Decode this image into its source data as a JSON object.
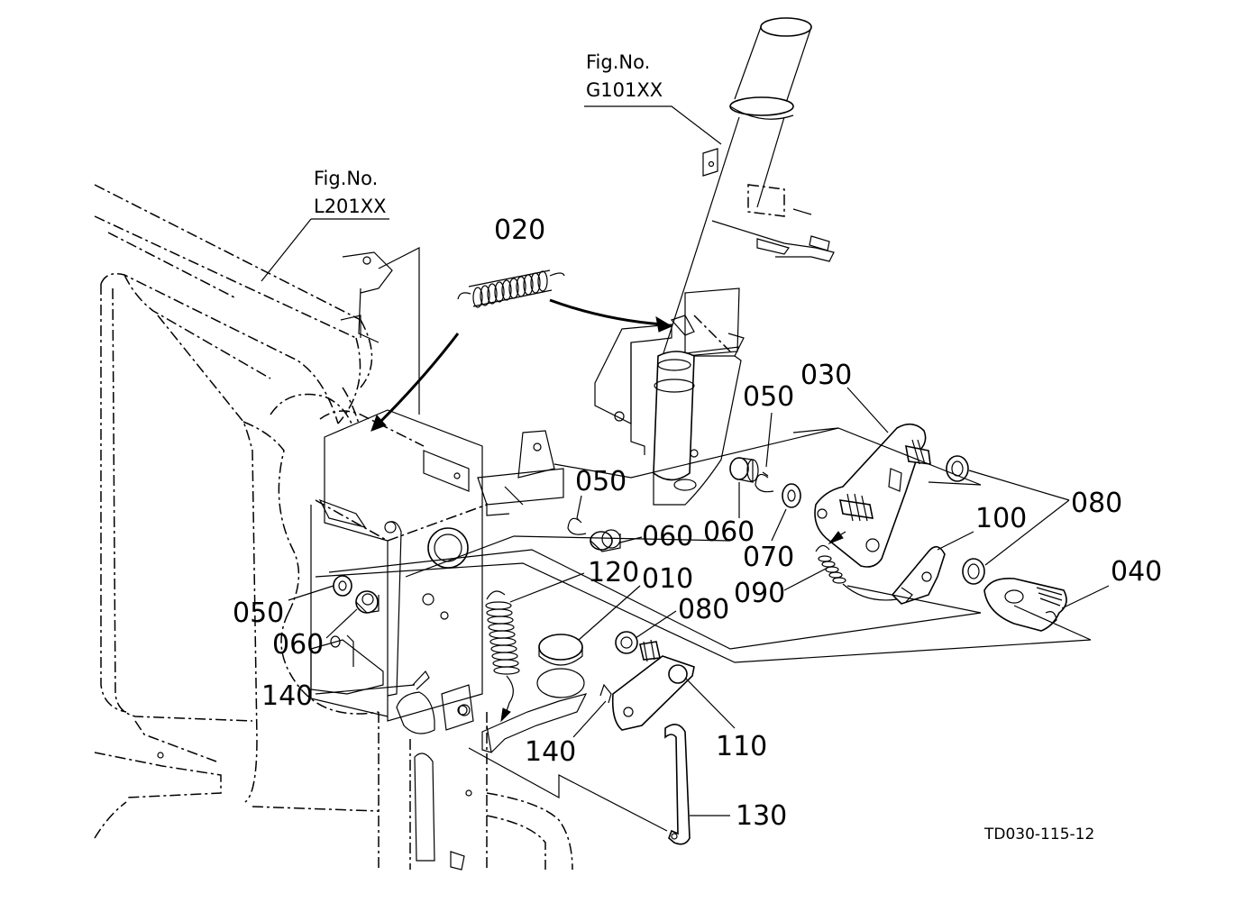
{
  "figure_refs": [
    {
      "label": "Fig.No.",
      "code": "G101XX"
    },
    {
      "label": "Fig.No.",
      "code": "L201XX"
    }
  ],
  "callouts": {
    "c020": "020",
    "c030": "030",
    "c050_a": "050",
    "c050_b": "050",
    "c050_c": "050",
    "c060_a": "060",
    "c060_b": "060",
    "c060_c": "060",
    "c070": "070",
    "c080_a": "080",
    "c080_b": "080",
    "c090": "090",
    "c100": "100",
    "c040": "040",
    "c120": "120",
    "c010": "010",
    "c140_a": "140",
    "c140_b": "140",
    "c110": "110",
    "c130": "130"
  },
  "drawing_code": "TD030-115-12"
}
